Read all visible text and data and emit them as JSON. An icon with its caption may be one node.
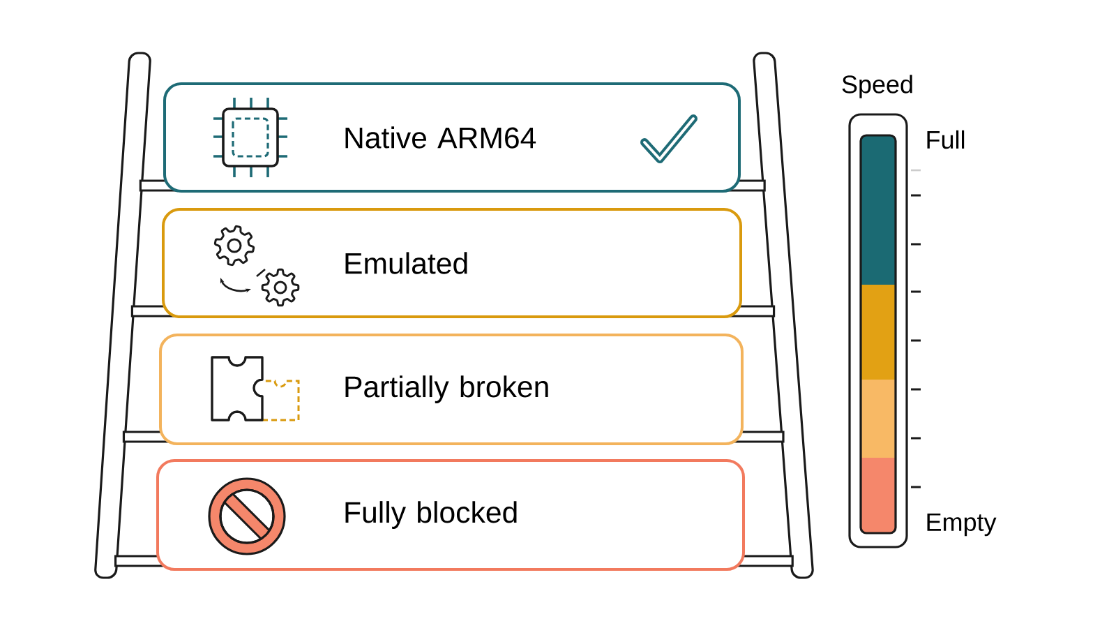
{
  "diagram": {
    "nodes": [
      {
        "text": [
          "Native ARM64"
        ]
      },
      {
        "text": [
          "Emulated"
        ]
      },
      {
        "text": [
          "Partially broken"
        ]
      },
      {
        "text": [
          "Fully blocked"
        ]
      }
    ],
    "labels": [
      "Speed",
      "Full",
      "Empty"
    ]
  }
}
